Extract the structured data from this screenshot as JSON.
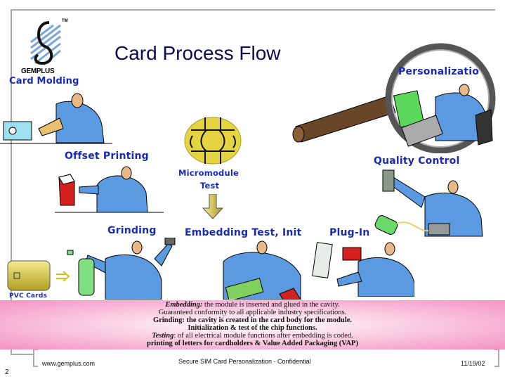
{
  "slide": {
    "title": "Card Process Flow",
    "page_number": "2",
    "logo": {
      "brand": "GEMPLUS",
      "trademark": "TM"
    }
  },
  "steps": [
    {
      "id": "card-molding",
      "label": "Card Molding"
    },
    {
      "id": "offset-printing",
      "label": "Offset Printing"
    },
    {
      "id": "micromodule",
      "label": "Micromodule",
      "sub": "Test"
    },
    {
      "id": "personalization",
      "label": "Personalizatio"
    },
    {
      "id": "quality-control",
      "label": "Quality Control"
    },
    {
      "id": "grinding",
      "label": "Grinding"
    },
    {
      "id": "embedding",
      "label": "Embedding Test, Init"
    },
    {
      "id": "plug-in",
      "label": "Plug-In"
    },
    {
      "id": "pvc-cards",
      "label": "PVC Cards"
    }
  ],
  "banner": {
    "line1_term": "Embedding:",
    "line1_text": " the module is inserted and glued in the cavity.",
    "line2_overlap": [
      "Guaranteed conformity to all applicable industry specifications.",
      "Grinding: the cavity is created in the card body for the module.",
      "Initialization & test of the chip functions."
    ],
    "line3_term": "Testing",
    "line3_text": ": of all electrical module functions after embedding is coded.",
    "line3_overlap": "printing of letters for cardholders & Value Added Packaging (VAP)"
  },
  "footer": {
    "website": "www.gemplus.com",
    "center": "Secure SIM Card Personalization - Confidential",
    "date": "11/19/02"
  },
  "colors": {
    "title": "#0b0b52",
    "labels": "#1a2ab8",
    "banner_pink": "#f492c4",
    "worker_blue": "#5b9ae0",
    "chip_gold": "#e4d441"
  }
}
